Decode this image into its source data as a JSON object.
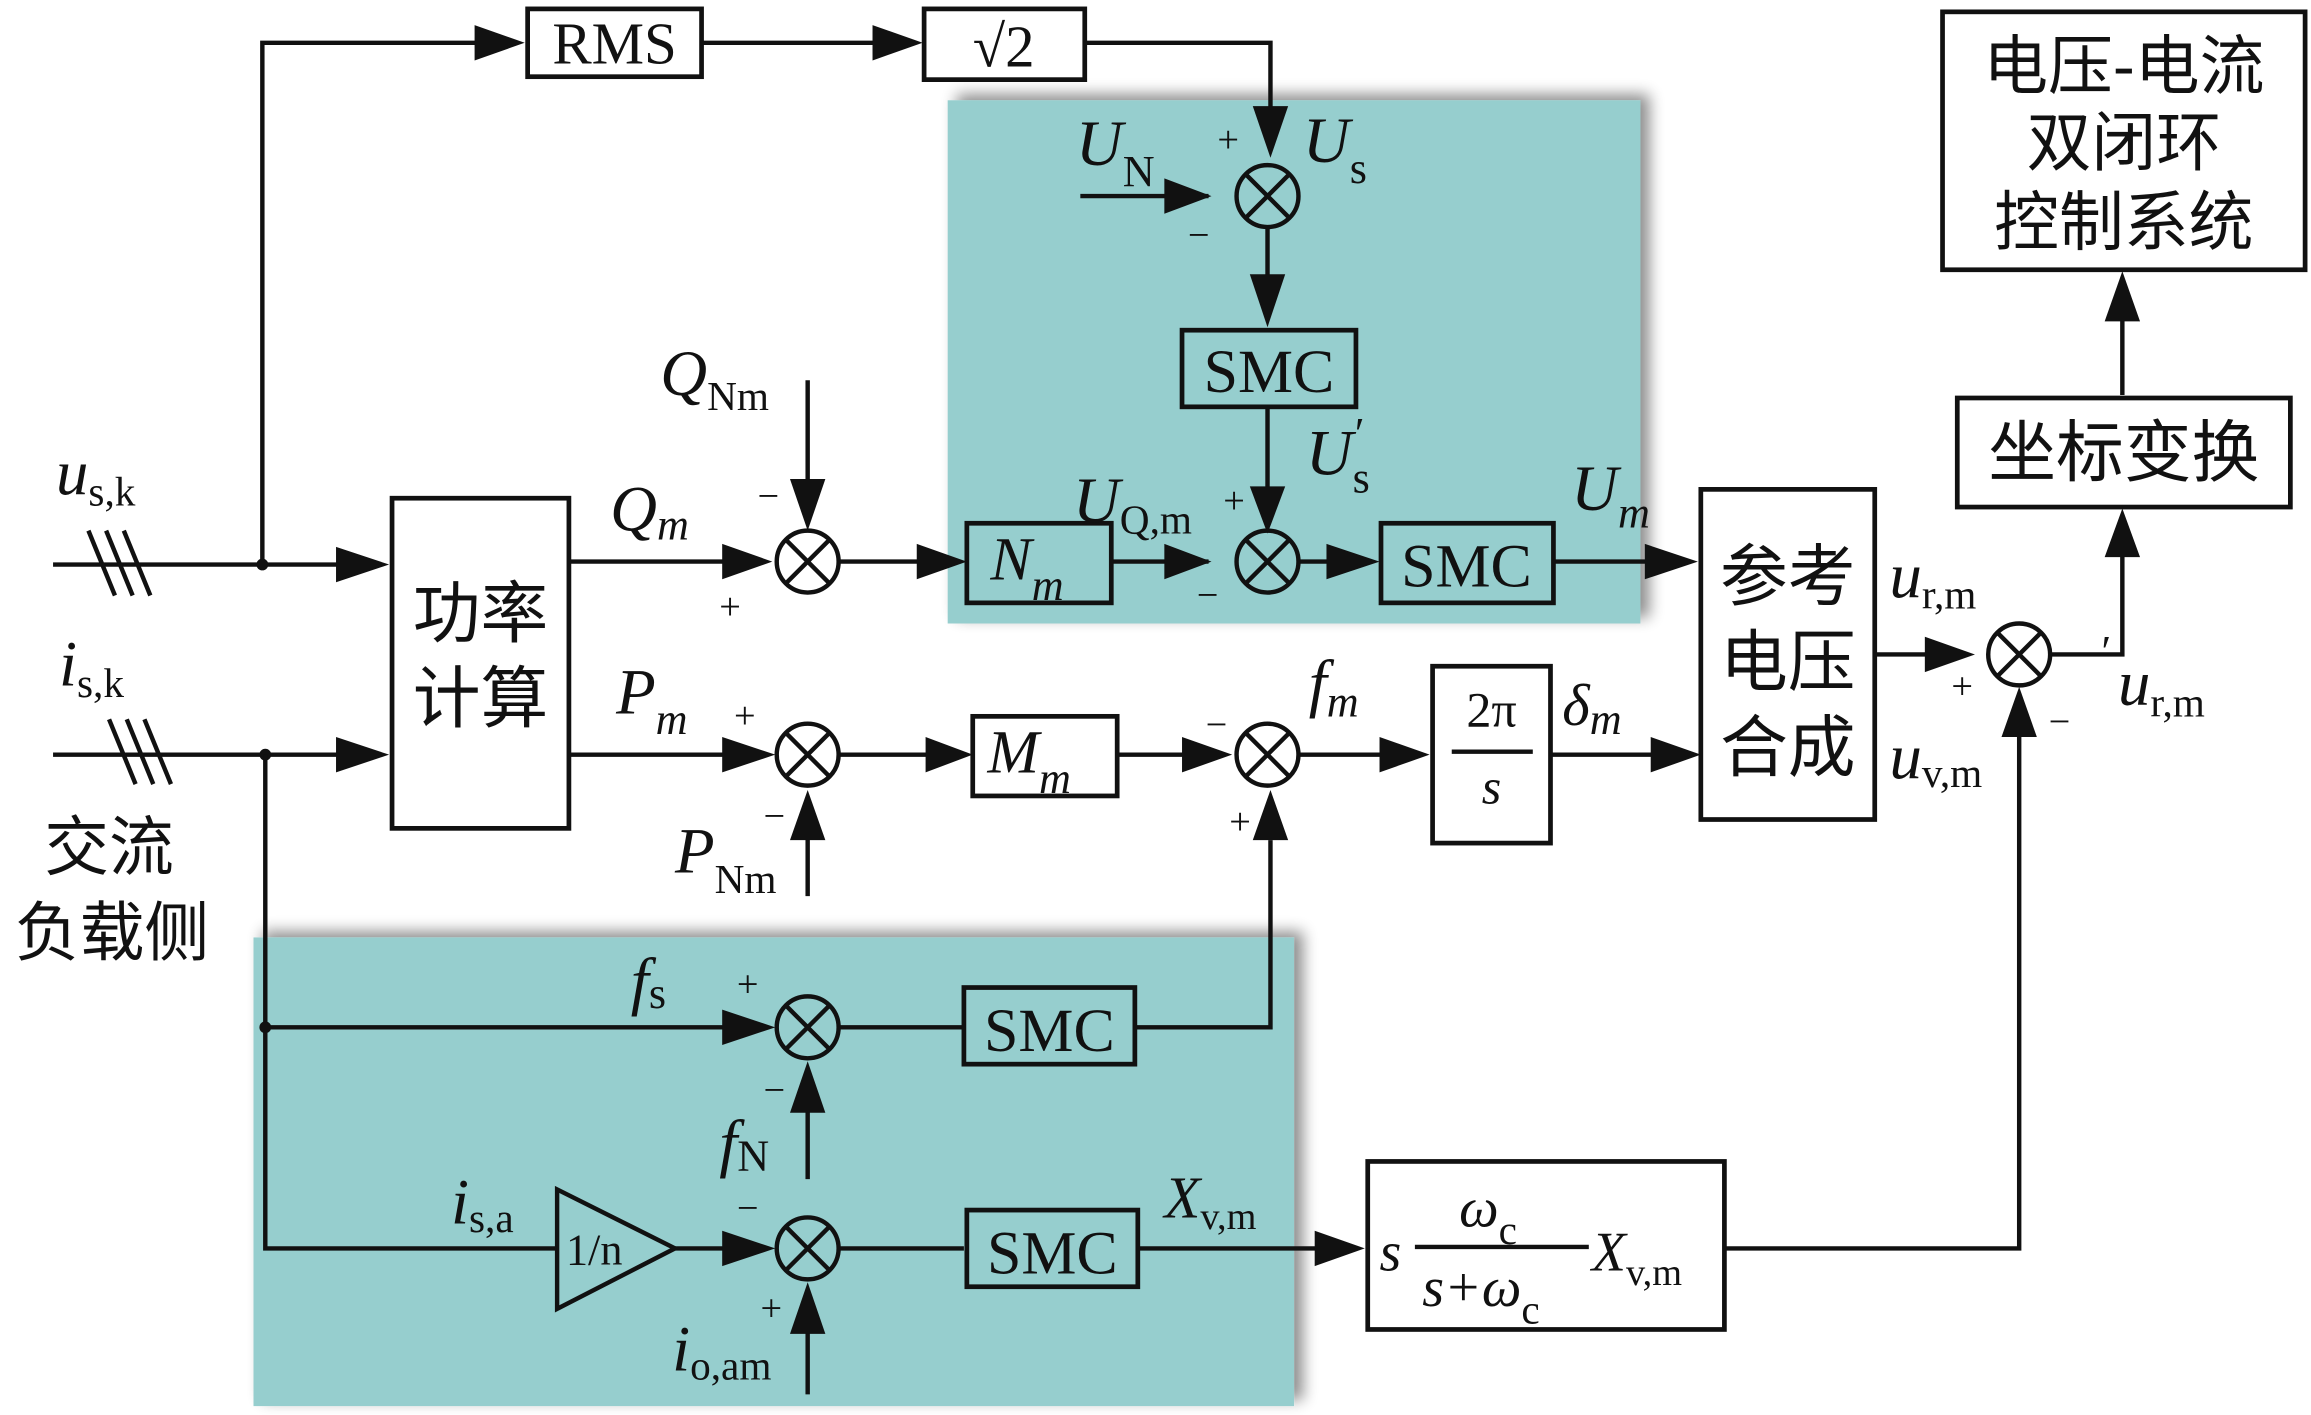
{
  "figure": {
    "type": "block-diagram",
    "colors": {
      "highlight_region": "#96cece",
      "lines": "#111111",
      "background": "#ffffff"
    },
    "blocks": {
      "rms": "RMS",
      "sqrt2": "√2",
      "power_calc": [
        "功率",
        "计算"
      ],
      "nm": {
        "main": "N",
        "sub": "m"
      },
      "mm": {
        "main": "M",
        "sub": "m"
      },
      "smc": "SMC",
      "integrator": {
        "num": "2π",
        "den": "s"
      },
      "ref_voltage": [
        "参考",
        "电压",
        "合成"
      ],
      "coord_transform": "坐标变换",
      "dual_loop": [
        "电压-电流",
        "双闭环",
        "控制系统"
      ],
      "gain": "1/n",
      "virtual_filter": {
        "pre": "s",
        "num": "ω",
        "num_sub": "c",
        "den": "s+ω",
        "den_sub": "c",
        "post": "X",
        "post_sub": "v,m"
      }
    },
    "signals": {
      "us_k": {
        "main": "u",
        "sub": "s,k"
      },
      "is_k": {
        "main": "i",
        "sub": "s,k"
      },
      "ac_load": [
        "交流",
        "负载侧"
      ],
      "QNm": {
        "main": "Q",
        "sub": "Nm"
      },
      "Qm": {
        "main": "Q",
        "sub": "m"
      },
      "Pm": {
        "main": "P",
        "sub": "m"
      },
      "PNm": {
        "main": "P",
        "sub": "Nm"
      },
      "UN": {
        "main": "U",
        "sub": "N"
      },
      "Us": {
        "main": "U",
        "sub": "s"
      },
      "Us_prime": {
        "main": "U",
        "sub": "s",
        "prime": "′"
      },
      "UQm": {
        "main": "U",
        "sub": "Q,m"
      },
      "Um": {
        "main": "U",
        "sub": "m"
      },
      "fm": {
        "main": "f",
        "sub": "m"
      },
      "delta_m": {
        "main": "δ",
        "sub": "m"
      },
      "fs": {
        "main": "f",
        "sub": "s"
      },
      "fN": {
        "main": "f",
        "sub": "N"
      },
      "is_a": {
        "main": "i",
        "sub": "s,a"
      },
      "io_am": {
        "main": "i",
        "sub": "o,am"
      },
      "Xvm": {
        "main": "X",
        "sub": "v,m"
      },
      "ur_m": {
        "main": "u",
        "sub": "r,m"
      },
      "uv_m": {
        "main": "u",
        "sub": "v,m"
      },
      "ur_m_prime": {
        "main": "u",
        "sub": "r,m",
        "prime": "′"
      }
    },
    "signs": {
      "plus": "+",
      "minus": "−"
    }
  }
}
